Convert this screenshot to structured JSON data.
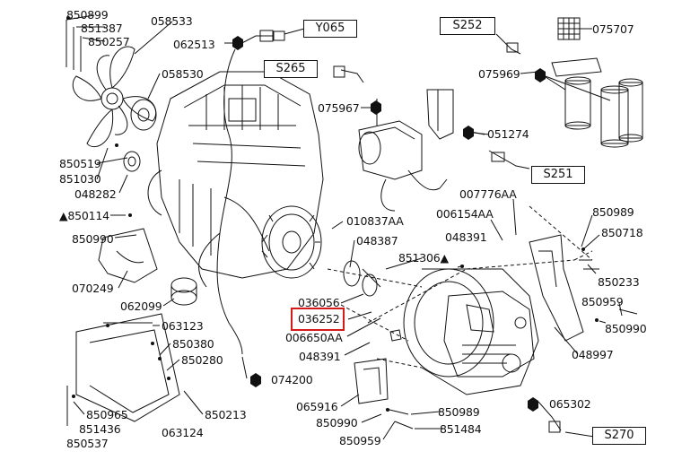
{
  "part_numbers": {
    "p850899": "850899",
    "p851387": "851387",
    "p850257": "850257",
    "p058533": "058533",
    "p062513": "062513",
    "p058530": "058530",
    "p850519": "850519",
    "p851030": "851030",
    "p048282": "048282",
    "p850114": "▲850114",
    "p850990a": "850990",
    "p070249": "070249",
    "p062099": "062099",
    "p063123": "063123",
    "p850380": "850380",
    "p850280": "850280",
    "p850213": "850213",
    "p850965": "850965",
    "p851436": "851436",
    "p063124": "063124",
    "p850537": "850537",
    "p074200": "074200",
    "p075967": "075967",
    "p075969": "075969",
    "p075707": "075707",
    "p051274": "051274",
    "p010837AA": "010837AA",
    "p048387": "048387",
    "p851306": "851306▲",
    "p048391a": "048391",
    "p006154AA": "006154AA",
    "p007776AA": "007776AA",
    "p850989a": "850989",
    "p850718": "850718",
    "p850233": "850233",
    "p850959a": "850959",
    "p850990b": "850990",
    "p036056": "036056",
    "p036252": "036252",
    "p006650AA": "006650AA",
    "p048391b": "048391",
    "p048997": "048997",
    "p065302": "065302",
    "p065916": "065916",
    "p850990c": "850990",
    "p850989b": "850989",
    "p851484": "851484",
    "p850959b": "850959"
  },
  "connector_boxes": {
    "y065": "Y065",
    "s265": "S265",
    "s252": "S252",
    "s251": "S251",
    "s270": "S270"
  },
  "highlight": {
    "part": "036252",
    "color": "#d61a1a"
  },
  "colors": {
    "line": "#111111",
    "marker": "#111111"
  }
}
